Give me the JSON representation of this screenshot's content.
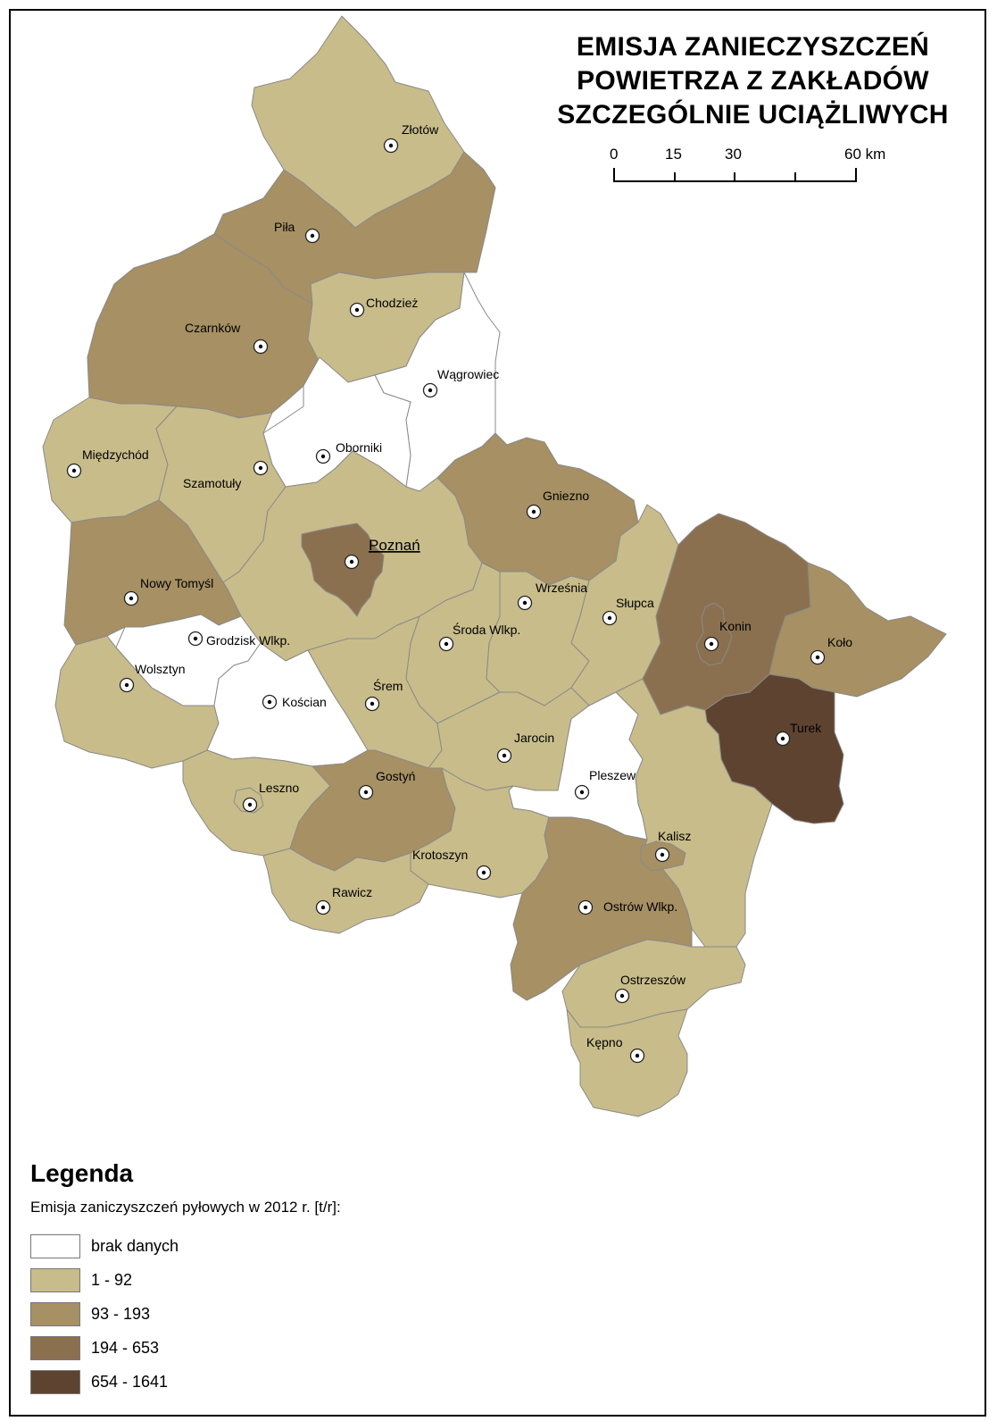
{
  "title_lines": [
    "EMISJA ZANIECZYSZCZEŃ",
    "POWIETRZA Z ZAKŁADÓW",
    "SZCZEGÓLNIE UCIĄŻLIWYCH"
  ],
  "scale_bar": {
    "ticks": [
      "0",
      "15",
      "30",
      "60 km"
    ]
  },
  "legend": {
    "heading": "Legenda",
    "subtitle": "Emisja zaniczyszczeń pyłowych w 2012 r. [t/r]:",
    "classes": [
      {
        "label": "brak danych",
        "color": "#ffffff"
      },
      {
        "label": "1 - 92",
        "color": "#c8bc8a"
      },
      {
        "label": "93 - 193",
        "color": "#a69064"
      },
      {
        "label": "194 - 653",
        "color": "#8b7050"
      },
      {
        "label": "654 - 1641",
        "color": "#5e4330"
      }
    ]
  },
  "places": [
    {
      "name": "Złotów",
      "cls": 1
    },
    {
      "name": "Piła",
      "cls": 2
    },
    {
      "name": "Chodzież",
      "cls": 1
    },
    {
      "name": "Czarnków",
      "cls": 2
    },
    {
      "name": "Wągrowiec",
      "cls": 0
    },
    {
      "name": "Międzychód",
      "cls": 1
    },
    {
      "name": "Szamotuły",
      "cls": 1
    },
    {
      "name": "Oborniki",
      "cls": 0
    },
    {
      "name": "Gniezno",
      "cls": 2
    },
    {
      "name": "Poznań",
      "cls": 3
    },
    {
      "name": "Nowy Tomyśl",
      "cls": 2
    },
    {
      "name": "Września",
      "cls": 1
    },
    {
      "name": "Słupca",
      "cls": 1
    },
    {
      "name": "Konin",
      "cls": 3
    },
    {
      "name": "Koło",
      "cls": 2
    },
    {
      "name": "Grodzisk Wlkp.",
      "cls": 0
    },
    {
      "name": "Wolsztyn",
      "cls": 1
    },
    {
      "name": "Środa Wlkp.",
      "cls": 1
    },
    {
      "name": "Kościan",
      "cls": 0
    },
    {
      "name": "Śrem",
      "cls": 1
    },
    {
      "name": "Turek",
      "cls": 4
    },
    {
      "name": "Jarocin",
      "cls": 1
    },
    {
      "name": "Pleszew",
      "cls": 0
    },
    {
      "name": "Leszno",
      "cls": 1
    },
    {
      "name": "Gostyń",
      "cls": 2
    },
    {
      "name": "Kalisz",
      "cls": 2
    },
    {
      "name": "Krotoszyn",
      "cls": 1
    },
    {
      "name": "Rawicz",
      "cls": 1
    },
    {
      "name": "Ostrów Wlkp.",
      "cls": 2
    },
    {
      "name": "Ostrzeszów",
      "cls": 1
    },
    {
      "name": "Kępno",
      "cls": 1
    }
  ]
}
